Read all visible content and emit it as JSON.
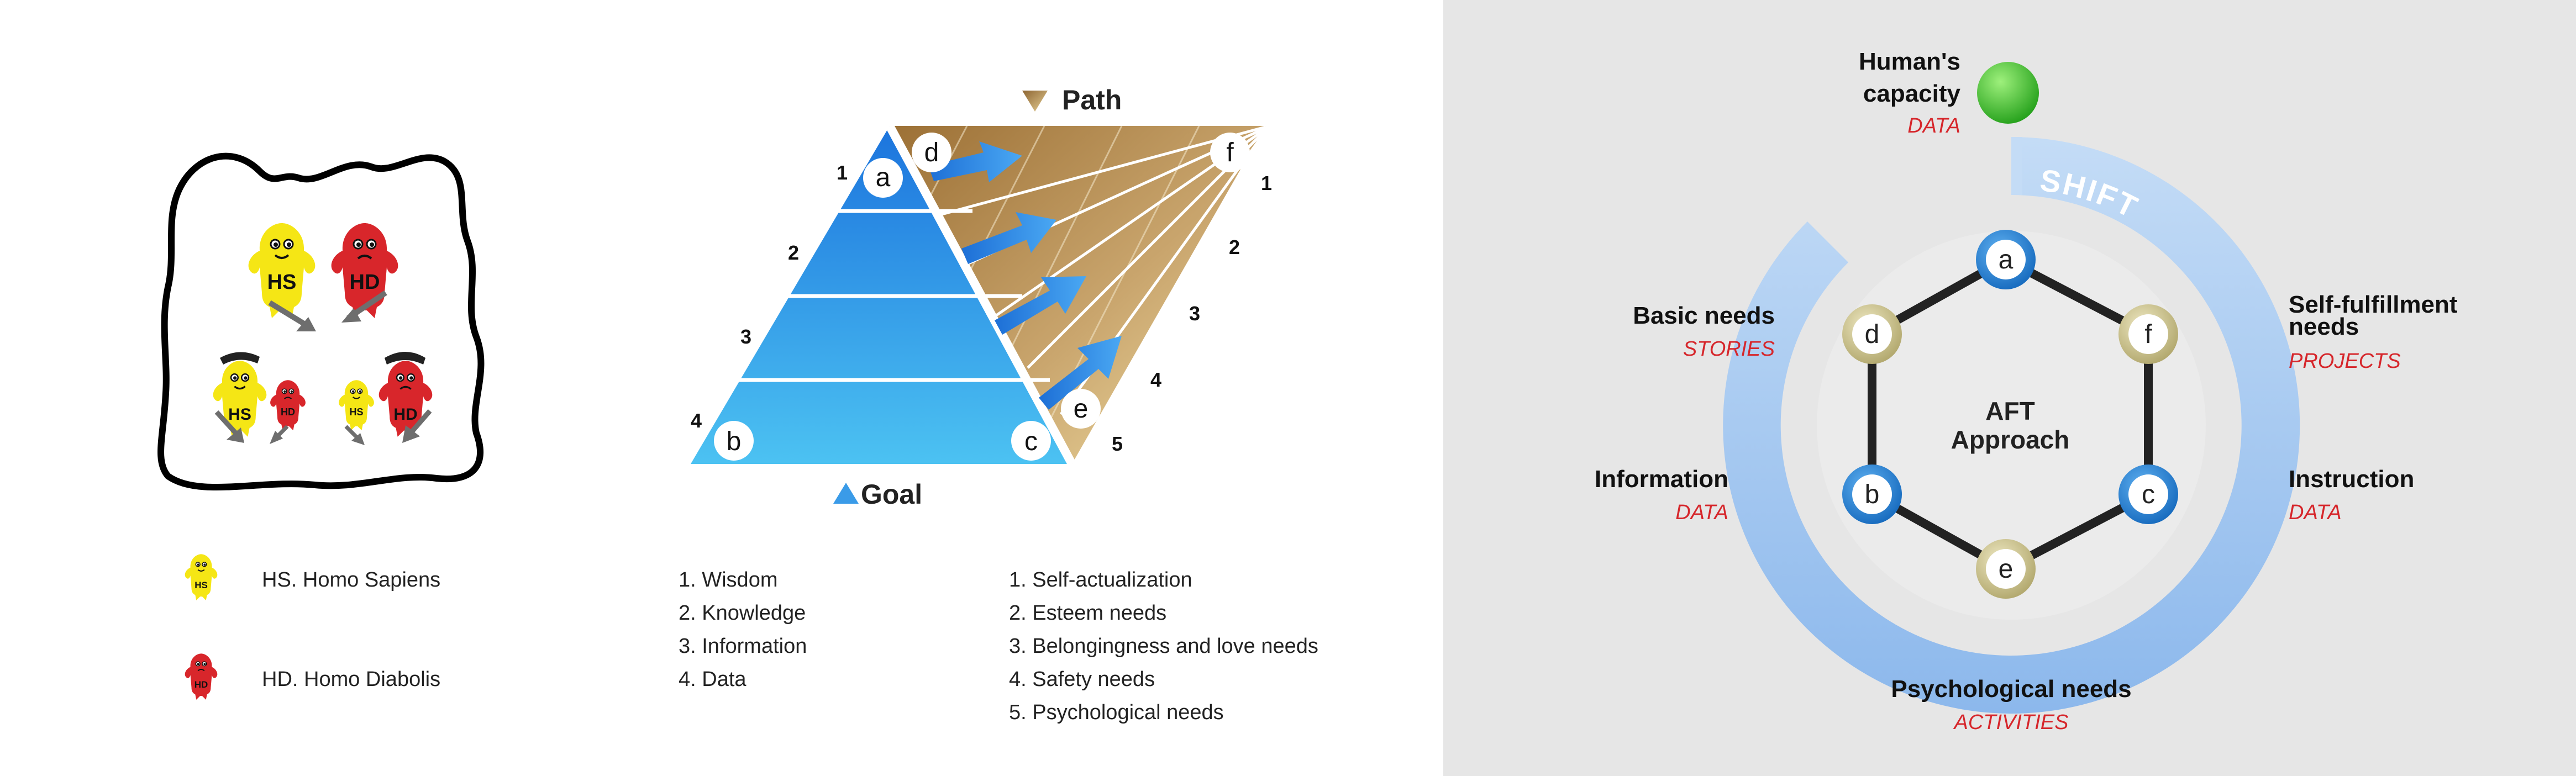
{
  "colors": {
    "hs_yellow": "#f5e615",
    "hd_red": "#d8262b",
    "goal_blue": "#2d8fe6",
    "path_gold": "#c9a46a",
    "hexagon_blue": "#1e7ccc",
    "hexagon_gold": "#c9c18a",
    "shift_blue": "#9dc4ee",
    "capacity_green": "#3fba2a",
    "accent_red": "#d6262b",
    "right_panel_bg": "#e6e6e6"
  },
  "left_panel": {
    "badge_hs": "HS",
    "badge_hd": "HD",
    "legend": [
      {
        "badge": "HS",
        "text": "HS. Homo Sapiens",
        "icon": "homo-sapiens-icon"
      },
      {
        "badge": "HD",
        "text": "HD. Homo Diabolis",
        "icon": "homo-diabolis-icon"
      }
    ]
  },
  "pyramid": {
    "path_label": "Path",
    "goal_label": "Goal",
    "corner_labels": {
      "a": "a",
      "b": "b",
      "c": "c",
      "d": "d",
      "e": "e",
      "f": "f"
    },
    "goal_levels": [
      "1",
      "2",
      "3",
      "4"
    ],
    "path_levels": [
      "1",
      "2",
      "3",
      "4",
      "5"
    ],
    "goal_list": [
      "1. Wisdom",
      "2. Knowledge",
      "3. Information",
      "4. Data"
    ],
    "path_list": [
      "1. Self-actualization",
      "2. Esteem needs",
      "3. Belongingness and love needs",
      "4. Safety needs",
      "5. Psychological needs"
    ]
  },
  "aft": {
    "center_line1": "AFT",
    "center_line2": "Approach",
    "shift_label": "SHIFT",
    "top": {
      "title_line1": "Human's",
      "title_line2": "capacity",
      "subtitle": "DATA"
    },
    "nodes": {
      "a": "a",
      "b": "b",
      "c": "c",
      "d": "d",
      "e": "e",
      "f": "f"
    },
    "labels": {
      "d": {
        "title": "Basic needs",
        "subtitle": "STORIES"
      },
      "b": {
        "title": "Information",
        "subtitle": "DATA"
      },
      "f": {
        "title_line1": "Self-fulfillment",
        "title_line2": "needs",
        "subtitle": "PROJECTS"
      },
      "c": {
        "title": "Instruction",
        "subtitle": "DATA"
      },
      "e": {
        "title": "Psychological needs",
        "subtitle": "ACTIVITIES"
      }
    }
  }
}
